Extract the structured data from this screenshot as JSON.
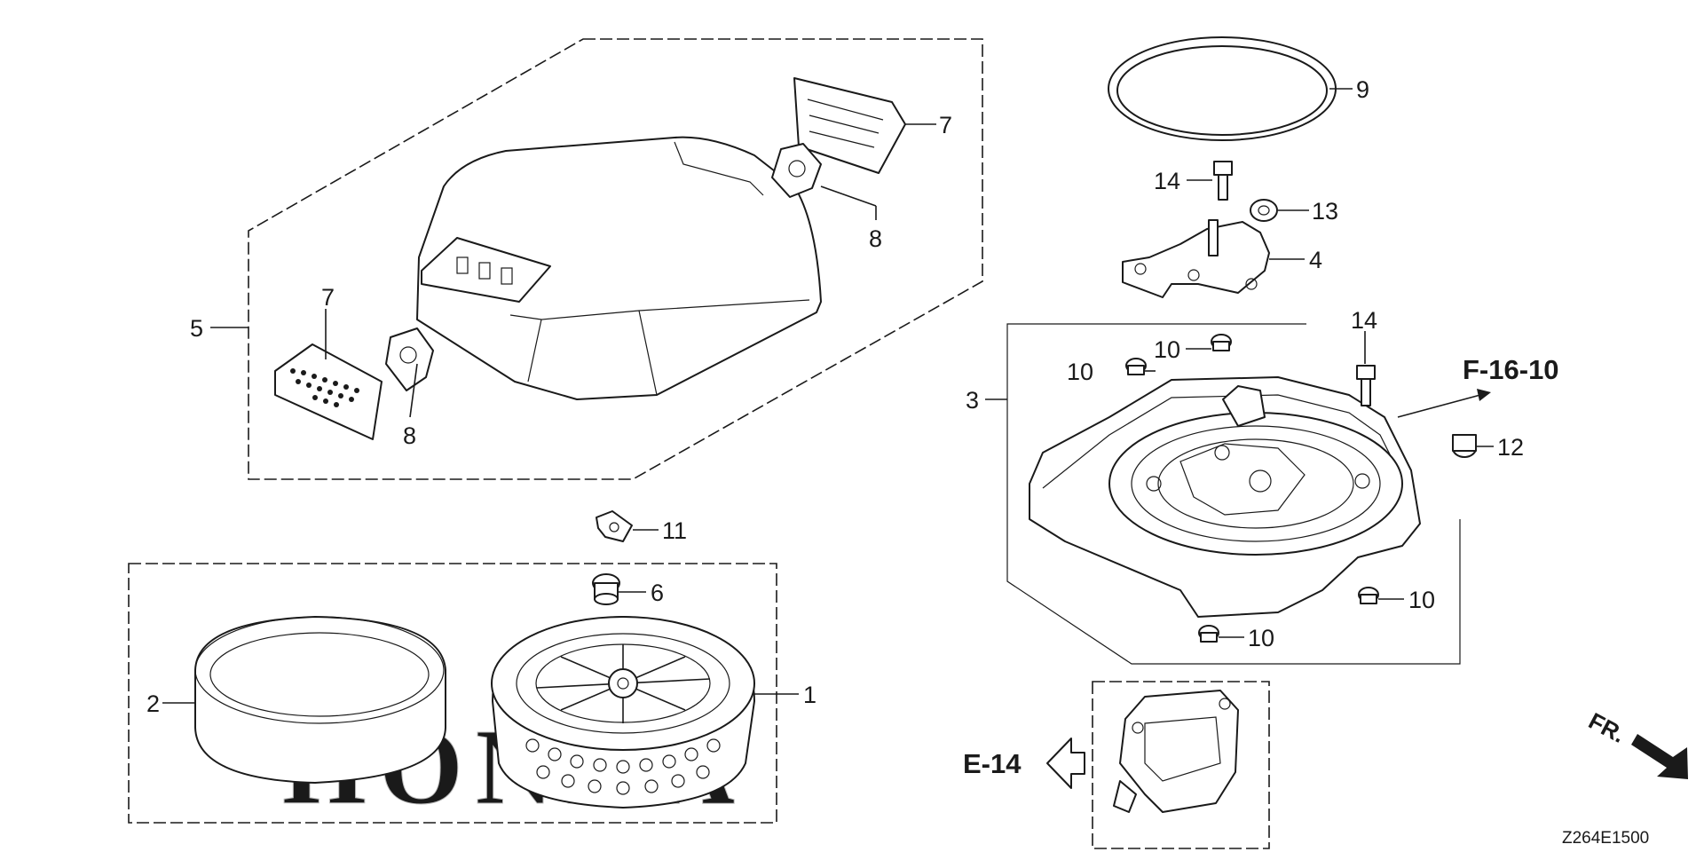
{
  "diagram": {
    "callouts": {
      "c1": "1",
      "c2": "2",
      "c3": "3",
      "c4": "4",
      "c5": "5",
      "c6": "6",
      "c7a": "7",
      "c7b": "7",
      "c8a": "8",
      "c8b": "8",
      "c9": "9",
      "c10a": "10",
      "c10b": "10",
      "c10c": "10",
      "c10d": "10",
      "c11": "11",
      "c12": "12",
      "c13": "13",
      "c14a": "14",
      "c14b": "14"
    },
    "references": {
      "f16": "F-16-10",
      "e14": "E-14",
      "fr": "FR."
    },
    "drawing_code": "Z264E1500",
    "watermark": "HONDA",
    "colors": {
      "ink": "#1a1a1a",
      "watermark": "#c4c4c4"
    }
  }
}
